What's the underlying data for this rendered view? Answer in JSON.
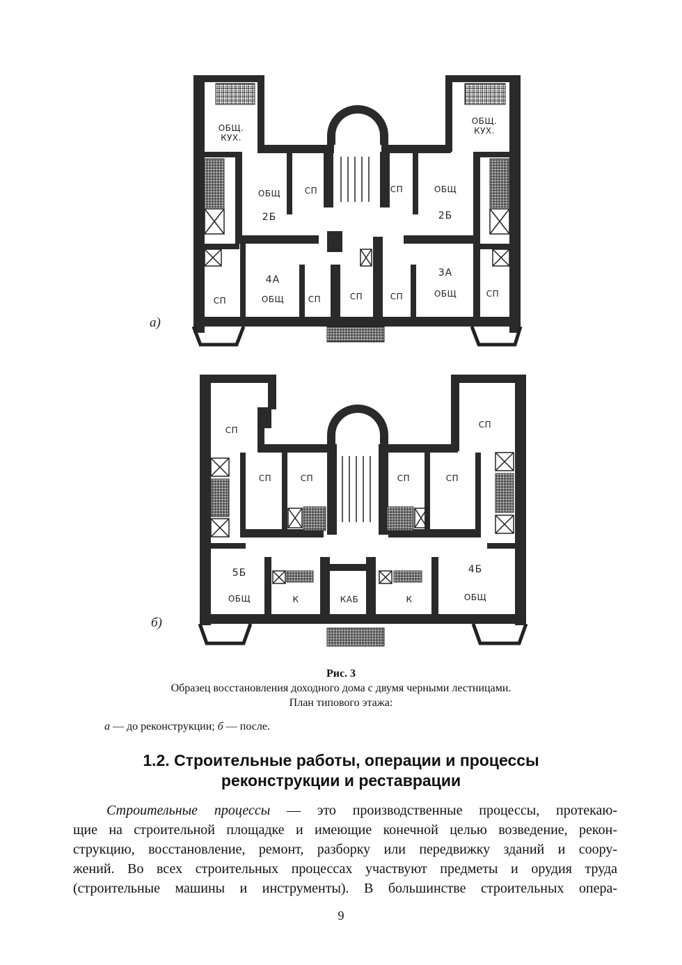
{
  "figure": {
    "plan_a": {
      "label": "а)",
      "rooms": {
        "kitchen_left": [
          "ОБЩ.",
          "КУХ."
        ],
        "kitchen_right": [
          "ОБЩ.",
          "КУХ."
        ],
        "obsch_2b_left": [
          "ОБЩ",
          "2Б"
        ],
        "sp_upper_left": "СП",
        "sp_upper_right": "СП",
        "obsch_2b_right": [
          "ОБЩ",
          "2Б"
        ],
        "sp_lower_far_left": "СП",
        "apt_4a": [
          "4А",
          "ОБЩ"
        ],
        "sp_lower_mid_left": "СП",
        "sp_lower_center_left": "СП",
        "sp_lower_center_right": "СП",
        "apt_3a": [
          "3А",
          "ОБЩ"
        ],
        "sp_lower_far_right": "СП"
      }
    },
    "plan_b": {
      "label": "б)",
      "rooms": {
        "sp_wing_left": "СП",
        "sp_wing_right": "СП",
        "sp_upper_1": "СП",
        "sp_upper_2": "СП",
        "sp_upper_3": "СП",
        "sp_upper_4": "СП",
        "apt_5b": [
          "5Б",
          "ОБЩ"
        ],
        "k_left": "К",
        "kab": "КАБ",
        "k_right": "К",
        "apt_4b": [
          "4Б",
          "ОБЩ"
        ]
      }
    },
    "caption": {
      "number": "Рис. 3",
      "line1": "Образец восстановления доходного дома с двумя черными лестницами.",
      "line2": "План типового этажа:"
    },
    "legend": {
      "a": "а",
      "a_text": " — до реконструкции; ",
      "b": "б",
      "b_text": " — после."
    }
  },
  "section": {
    "heading_line1": "1.2. Строительные работы, операции и процессы",
    "heading_line2": "реконструкции и реставрации",
    "paragraph": {
      "term": "Строительные процессы",
      "line1_rest": " — это производственные процессы, протекаю-",
      "line2": "щие на строительной площадке и имеющие конечной целью возведение, рекон-",
      "line3": "струкцию, восстановление, ремонт, разборку или передвижку зданий и соору-",
      "line4": "жений. Во всех строительных процессах участвуют предметы и орудия труда",
      "line5": "(строительные машины и инструменты). В большинстве строительных опера-"
    }
  },
  "page_number": "9"
}
